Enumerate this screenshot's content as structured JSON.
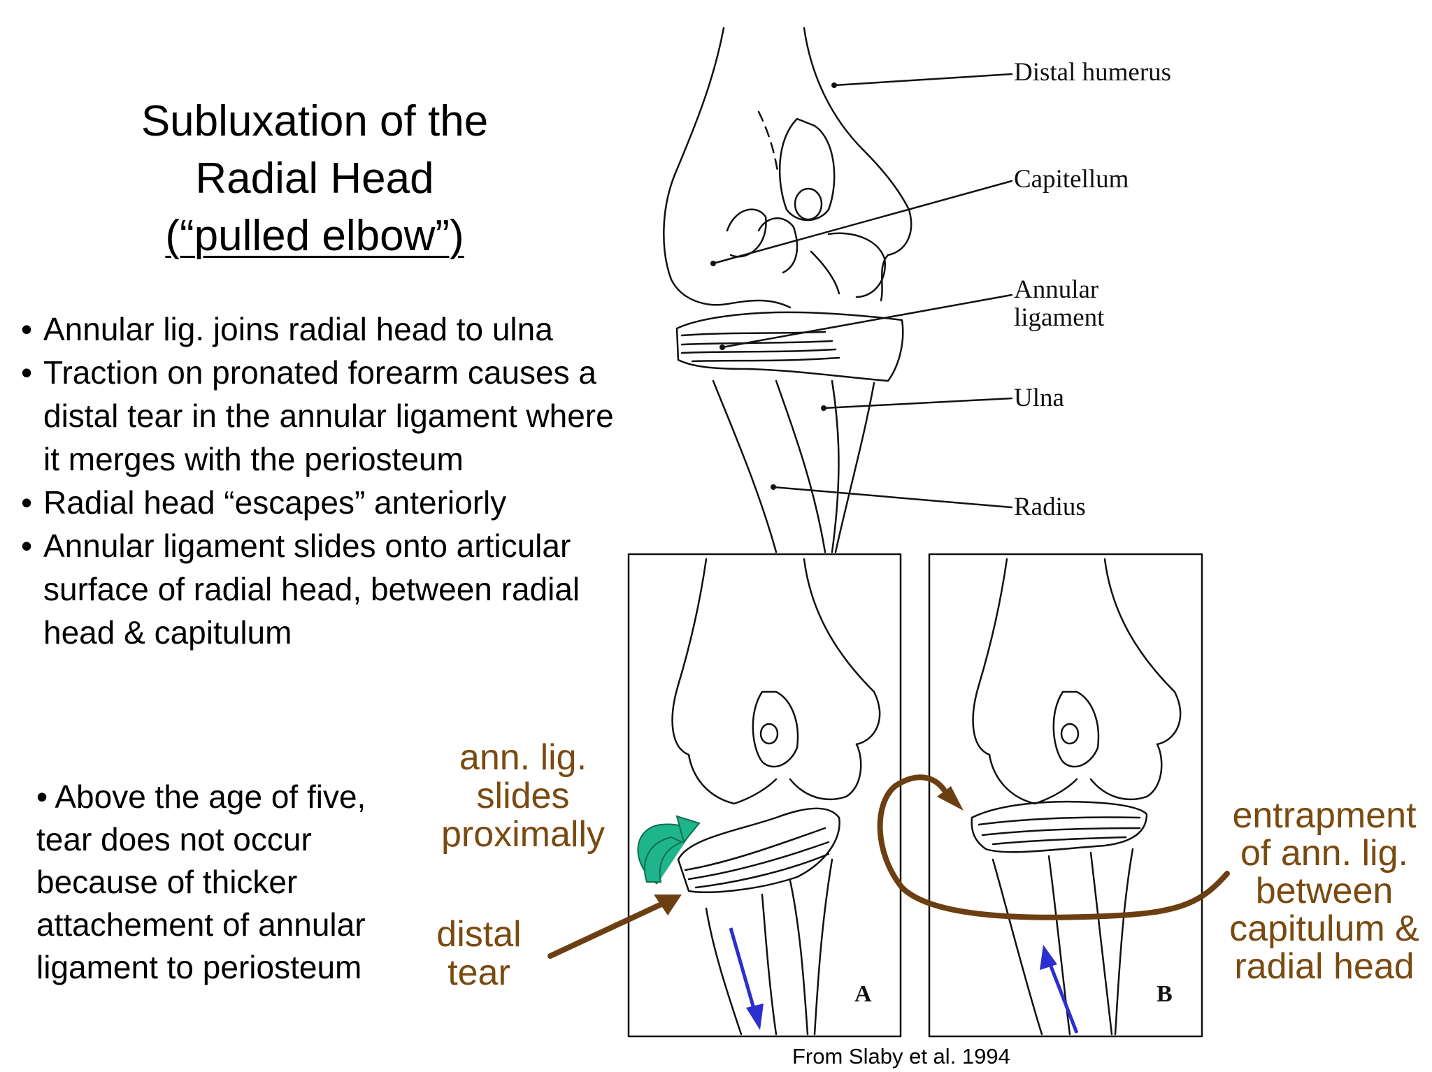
{
  "title": {
    "line1": "Subluxation of the",
    "line2": "Radial Head",
    "line3": "(“pulled elbow”)"
  },
  "bullets": [
    {
      "text": "Annular lig. joins radial head to ulna"
    },
    {
      "text": "Traction on pronated forearm causes a distal tear in the annular ligament where it merges with the periosteum"
    },
    {
      "text": "Radial head “escapes” anteriorly"
    },
    {
      "text": "Annular ligament slides onto articular surface of radial head, between radial head & capitulum"
    }
  ],
  "bullet_glyph": "•",
  "note": "• Above the age of five, tear does not occur because of thicker attachement of annular ligament to periosteum",
  "anatomy_labels": {
    "distal_humerus": "Distal humerus",
    "capitellum": "Capitellum",
    "annular_ligament_1": "Annular",
    "annular_ligament_2": "ligament",
    "ulna": "Ulna",
    "radius": "Radius"
  },
  "panels": {
    "a": "A",
    "b": "B"
  },
  "annotations": {
    "slides_1": "ann. lig.",
    "slides_2": "slides",
    "slides_3": "proximally",
    "tear_1": "distal",
    "tear_2": "tear",
    "entrap_1": "entrapment",
    "entrap_2": "of ann. lig.",
    "entrap_3": "between",
    "entrap_4": "capitulum &",
    "entrap_5": "radial head"
  },
  "credit": "From Slaby et al. 1994",
  "colors": {
    "annotation_brown": "#7a4a10",
    "arrow_brown": "#6b3f12",
    "curl_arrow_teal": "#1fb58a",
    "force_arrow_blue": "#2b2fd0",
    "line_art": "#111111"
  }
}
